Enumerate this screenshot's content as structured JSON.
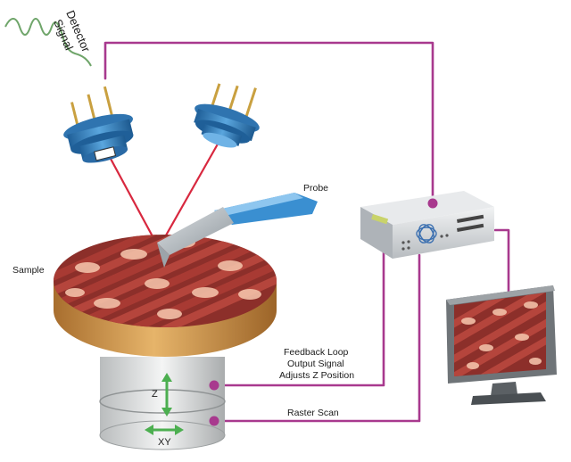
{
  "labels": {
    "detector_line1": "Detector",
    "detector_line2": "Signal",
    "probe": "Probe",
    "sample": "Sample",
    "feedback_line1": "Feedback Loop",
    "feedback_line2": "Output Signal",
    "feedback_line3": "Adjusts Z Position",
    "raster": "Raster Scan",
    "z_axis": "Z",
    "xy_axis": "XY"
  },
  "colors": {
    "signal_wire": "#a8398e",
    "laser": "#d8283f",
    "detector_wave": "#6fa56a",
    "diode_body": "#3c87c3",
    "sample_stripe": "#a03a32",
    "sample_blob": "#f2c0a8",
    "sample_side": "#c8944c",
    "axis_arrow": "#4caf50"
  },
  "icons": {
    "laser_diode": "laser-diode-icon",
    "detector": "photodetector-icon",
    "controller": "controller-box-icon",
    "monitor": "monitor-icon"
  }
}
